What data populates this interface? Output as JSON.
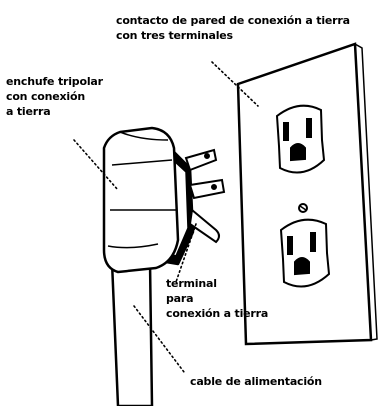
{
  "labels": {
    "outlet": [
      "contacto de pared de conexión a tierra",
      "con tres terminales"
    ],
    "plug": [
      "enchufe tripolar",
      "con conexión",
      "a tierra"
    ],
    "ground_pin": [
      "terminal",
      "para",
      "conexión a tierra"
    ],
    "cord": [
      "cable de alimentación"
    ]
  },
  "colors": {
    "ink": "#000000",
    "paper": "#ffffff"
  }
}
